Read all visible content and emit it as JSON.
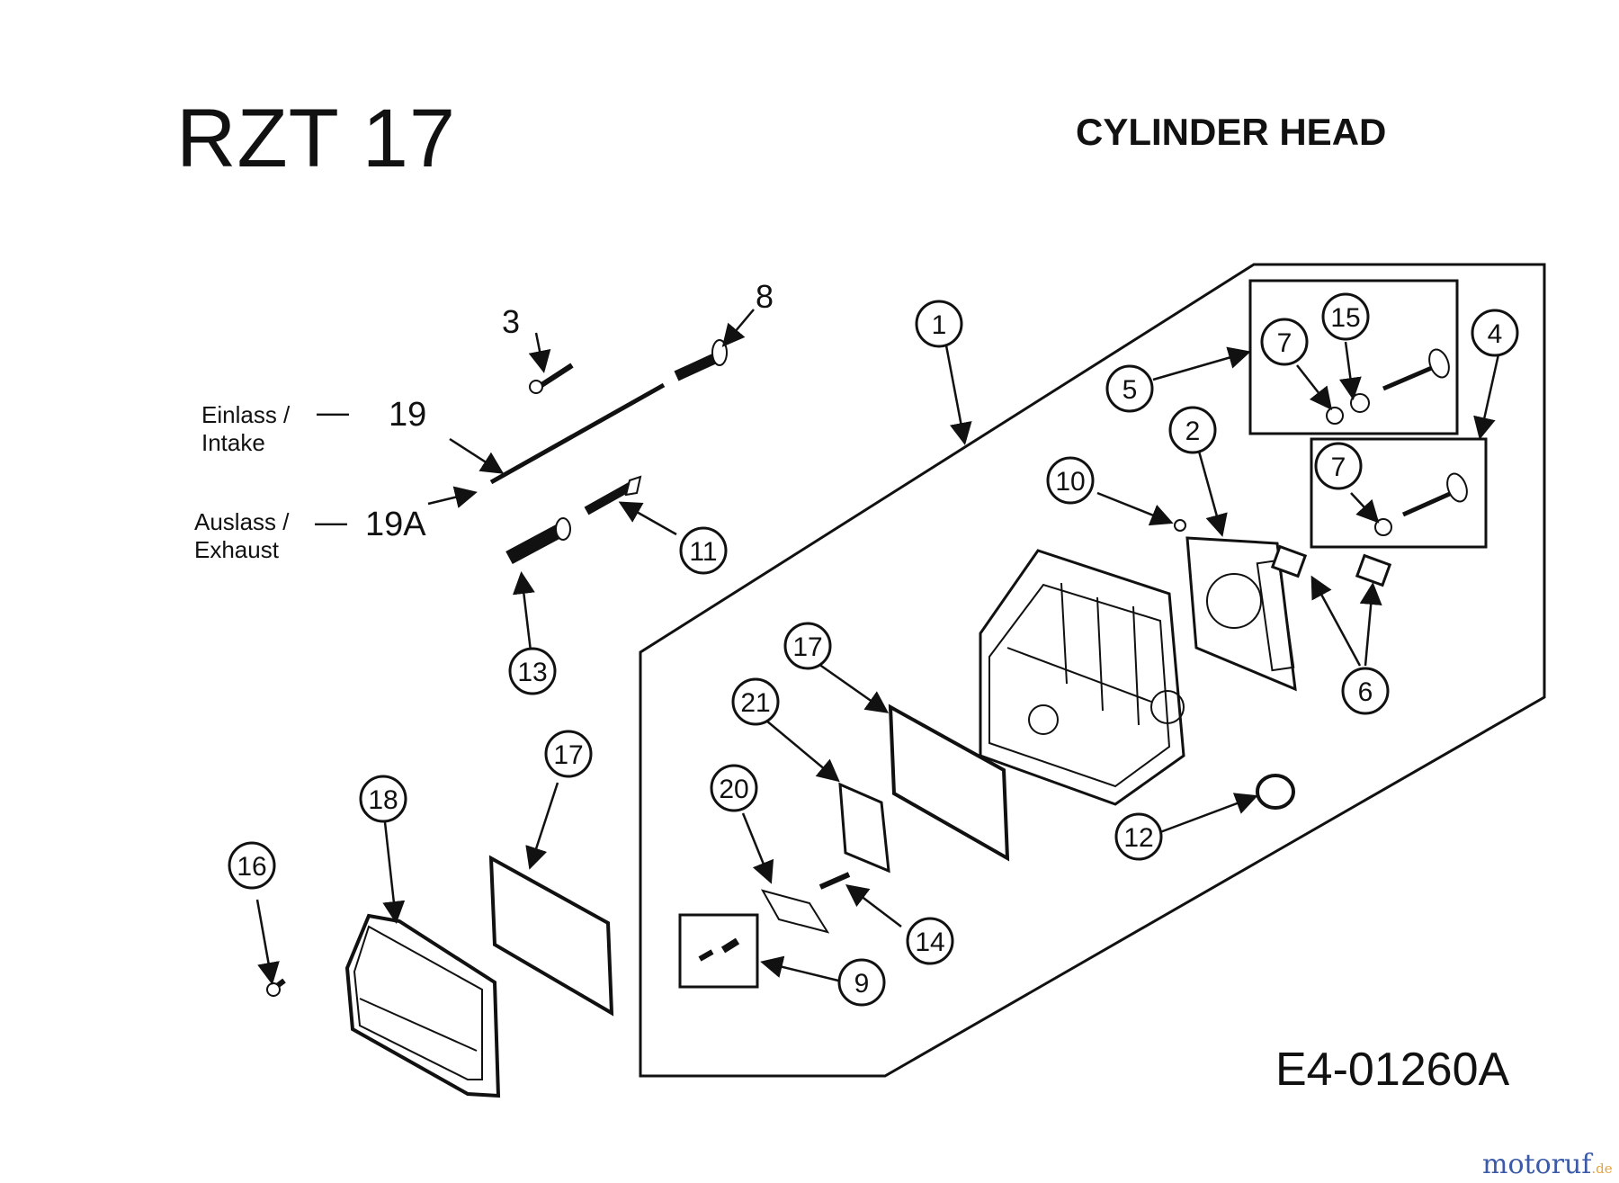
{
  "header": {
    "model": "RZT 17",
    "title": "CYLINDER HEAD"
  },
  "legend": {
    "intake_label_1": "Einlass /",
    "intake_label_2": "Intake",
    "intake_dash": "—",
    "intake_number": "19",
    "exhaust_label_1": "Auslass /",
    "exhaust_label_2": "Exhaust",
    "exhaust_dash": "—",
    "exhaust_number": "19A"
  },
  "plain_labels": {
    "p3": "3",
    "p8": "8"
  },
  "callouts": {
    "c1": "1",
    "c2": "2",
    "c4": "4",
    "c5": "5",
    "c6": "6",
    "c7a": "7",
    "c7b": "7",
    "c9": "9",
    "c10": "10",
    "c11": "11",
    "c12": "12",
    "c13": "13",
    "c14": "14",
    "c15": "15",
    "c16": "16",
    "c17a": "17",
    "c17b": "17",
    "c18": "18",
    "c20": "20",
    "c21": "21"
  },
  "footer": {
    "diagram_code": "E4-01260A",
    "watermark_main": "motoruf",
    "watermark_tld": ".de",
    "watermark_color": "#3c5aa8",
    "watermark_accent": "#e8a33a"
  }
}
